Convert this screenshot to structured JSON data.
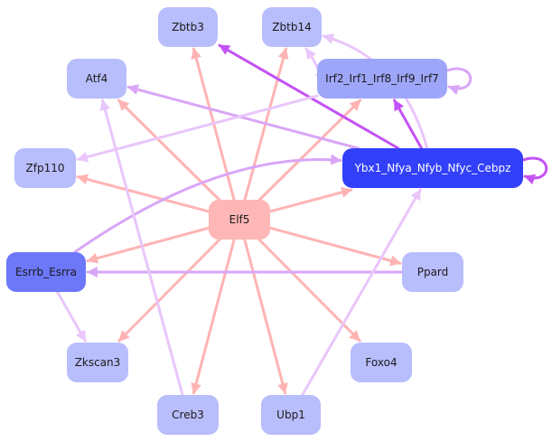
{
  "colors": {
    "node_center": "#ffb6b6",
    "node_light": "#b8bdfc",
    "node_mid": "#9ea6fa",
    "node_dark": "#6c78f8",
    "node_hub": "#3240fa",
    "text_dark": "#1a1a1a",
    "text_light": "#ffffff",
    "edge_pink": "#ffb3b3",
    "edge_lavender": "#e9c6fb",
    "edge_violet": "#d9a6f7",
    "edge_purple": "#c352f5"
  },
  "nodes": [
    {
      "id": "Elf5",
      "label": "Elf5",
      "fill": "node_center",
      "text": "text_dark"
    },
    {
      "id": "Zbtb3",
      "label": "Zbtb3",
      "fill": "node_light",
      "text": "text_dark"
    },
    {
      "id": "Zbtb14",
      "label": "Zbtb14",
      "fill": "node_light",
      "text": "text_dark"
    },
    {
      "id": "Atf4",
      "label": "Atf4",
      "fill": "node_light",
      "text": "text_dark"
    },
    {
      "id": "Irf",
      "label": "Irf2_Irf1_Irf8_Irf9_Irf7",
      "fill": "node_mid",
      "text": "text_dark"
    },
    {
      "id": "Zfp110",
      "label": "Zfp110",
      "fill": "node_light",
      "text": "text_dark"
    },
    {
      "id": "Ybx1",
      "label": "Ybx1_Nfya_Nfyb_Nfyc_Cebpz",
      "fill": "node_hub",
      "text": "text_light"
    },
    {
      "id": "Esrrb",
      "label": "Esrrb_Esrra",
      "fill": "node_dark",
      "text": "text_dark"
    },
    {
      "id": "Ppard",
      "label": "Ppard",
      "fill": "node_light",
      "text": "text_dark"
    },
    {
      "id": "Zkscan3",
      "label": "Zkscan3",
      "fill": "node_light",
      "text": "text_dark"
    },
    {
      "id": "Foxo4",
      "label": "Foxo4",
      "fill": "node_light",
      "text": "text_dark"
    },
    {
      "id": "Creb3",
      "label": "Creb3",
      "fill": "node_light",
      "text": "text_dark"
    },
    {
      "id": "Ubp1",
      "label": "Ubp1",
      "fill": "node_light",
      "text": "text_dark"
    }
  ],
  "edges": [
    {
      "from": "Elf5",
      "to": "Zbtb3",
      "color": "edge_pink"
    },
    {
      "from": "Elf5",
      "to": "Zbtb14",
      "color": "edge_pink"
    },
    {
      "from": "Elf5",
      "to": "Atf4",
      "color": "edge_pink"
    },
    {
      "from": "Elf5",
      "to": "Irf",
      "color": "edge_pink"
    },
    {
      "from": "Elf5",
      "to": "Zfp110",
      "color": "edge_pink"
    },
    {
      "from": "Elf5",
      "to": "Ybx1",
      "color": "edge_pink"
    },
    {
      "from": "Elf5",
      "to": "Esrrb",
      "color": "edge_pink"
    },
    {
      "from": "Elf5",
      "to": "Ppard",
      "color": "edge_pink"
    },
    {
      "from": "Elf5",
      "to": "Zkscan3",
      "color": "edge_pink"
    },
    {
      "from": "Elf5",
      "to": "Foxo4",
      "color": "edge_pink"
    },
    {
      "from": "Elf5",
      "to": "Creb3",
      "color": "edge_pink"
    },
    {
      "from": "Elf5",
      "to": "Ubp1",
      "color": "edge_pink"
    },
    {
      "from": "Ybx1",
      "to": "Zbtb3",
      "color": "edge_purple"
    },
    {
      "from": "Ybx1",
      "to": "Irf",
      "color": "edge_purple"
    },
    {
      "from": "Ybx1",
      "to": "Ybx1",
      "color": "edge_purple"
    },
    {
      "from": "Ybx1",
      "to": "Atf4",
      "color": "edge_violet"
    },
    {
      "from": "Ybx1",
      "to": "Zbtb14",
      "color": "edge_lavender"
    },
    {
      "from": "Irf",
      "to": "Irf",
      "color": "edge_violet"
    },
    {
      "from": "Irf",
      "to": "Zbtb14",
      "color": "edge_lavender"
    },
    {
      "from": "Irf",
      "to": "Zfp110",
      "color": "edge_lavender"
    },
    {
      "from": "Esrrb",
      "to": "Ybx1",
      "color": "edge_violet"
    },
    {
      "from": "Esrrb",
      "to": "Zkscan3",
      "color": "edge_lavender"
    },
    {
      "from": "Ppard",
      "to": "Esrrb",
      "color": "edge_violet"
    },
    {
      "from": "Creb3",
      "to": "Atf4",
      "color": "edge_lavender"
    },
    {
      "from": "Ubp1",
      "to": "Ybx1",
      "color": "edge_lavender"
    }
  ]
}
